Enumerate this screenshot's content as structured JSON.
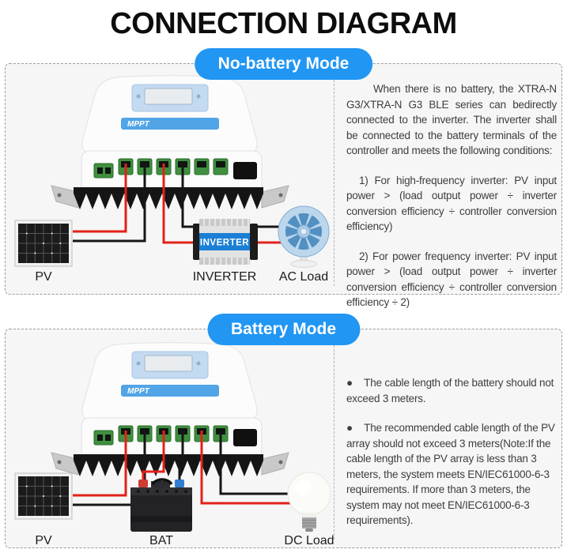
{
  "page": {
    "title": "CONNECTION DIAGRAM"
  },
  "controller": {
    "display_label": "MPPT"
  },
  "colors": {
    "accent_blue": "#2196f3",
    "inverter_band_blue": "#1b7fd6",
    "wire_red": "#e32119",
    "wire_black": "#161616",
    "section_background": "#f6f6f6"
  },
  "sections": [
    {
      "mode_label": "No-battery Mode",
      "device_labels": {
        "pv": "PV",
        "inverter": "INVERTER",
        "ac_load": "AC Load"
      },
      "inverter_band_label": "INVERTER",
      "paragraphs": [
        "When there is no battery, the XTRA-N G3/XTRA-N G3 BLE series can bedirectly connected to the inverter. The inverter shall be connected to the battery terminals of the controller and meets the following conditions:",
        "1) For high-frequency inverter: PV input power > (load output power ÷ inverter conversion efficiency ÷ controller conversion efficiency)",
        "2) For power frequency inverter: PV input power > (load output power ÷ inverter conversion efficiency ÷ controller conversion efficiency ÷ 2)"
      ]
    },
    {
      "mode_label": "Battery Mode",
      "device_labels": {
        "pv": "PV",
        "bat": "BAT",
        "dc_load": "DC Load"
      },
      "bullets": [
        "●    The cable length of the battery should not exceed 3 meters.",
        "●    The recommended cable length of the PV array should not exceed 3 meters(Note:If the cable length of the PV array is less than 3 meters, the system meets EN/IEC61000-6-3 requirements. If more than 3 meters, the system may not meet EN/IEC61000-6-3 requirements)."
      ]
    }
  ]
}
